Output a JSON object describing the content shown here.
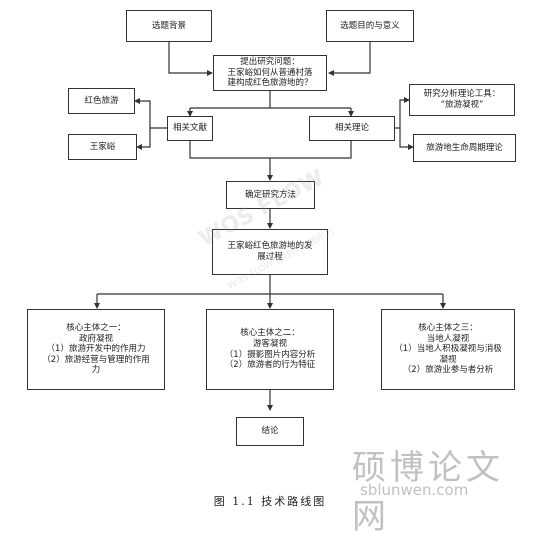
{
  "nodes": {
    "background": "选题背景",
    "purpose": "选题目的与意义",
    "question": [
      "提出研究问题：",
      "王家峪如何从普通村落",
      "建构成红色旅游地的？"
    ],
    "red_tourism": "红色旅游",
    "wangjiayu": "王家峪",
    "literature": "相关文献",
    "theory": "相关理论",
    "analysis_tool": [
      "研究分析理论工具：",
      "“旅游凝视”"
    ],
    "lifecycle": "旅游地生命周期理论",
    "method": "确定研究方法",
    "process": [
      "王家峪红色旅游地的发",
      "展过程"
    ],
    "subject_1": [
      "核心主体之一：",
      "政府凝视",
      "（1）旅游开发中的作用力",
      "（2）旅游经营与管理的作用",
      "力"
    ],
    "subject_2": [
      "核心主体之二：",
      "游客凝视",
      "（1）摄影图片内容分析",
      "（2）旅游者的行为特征"
    ],
    "subject_3": [
      "核心主体之三：",
      "当地人凝视",
      "（1）当地人积极凝视与消极",
      "凝视",
      "（2）旅游业参与者分析"
    ],
    "conclusion": "结论"
  },
  "watermark": {
    "brand": "硕博论文网",
    "url": "sblunwen.com",
    "diag": "WOS FLOW",
    "diag_sub": "WOS FLOW 在线作图 图形力"
  },
  "caption": "图 1.1  技术路线图"
}
